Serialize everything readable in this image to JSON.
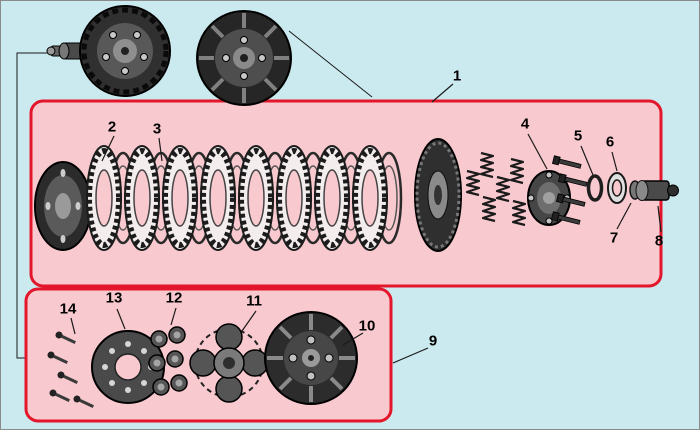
{
  "canvas": {
    "bg_color": "#cbeaef",
    "box_fill": "#f8c9ce",
    "box_stroke": "#e4162b",
    "line_color": "#1a1a1a"
  },
  "callouts": {
    "n1": "1",
    "n2": "2",
    "n3": "3",
    "n4": "4",
    "n5": "5",
    "n6": "6",
    "n7": "7",
    "n8": "8",
    "n9": "9",
    "n10": "10",
    "n11": "11",
    "n12": "12",
    "n13": "13",
    "n14": "14"
  },
  "parts": {
    "n1": "clutch-plate-assembly-group",
    "n2": "friction-disc",
    "n3": "steel-plate",
    "n4": "spring-retainer-and-bolts",
    "n5": "washer",
    "n6": "bearing",
    "n7": "spacer",
    "n8": "release-rod-end",
    "n9": "clutch-basket-group",
    "n10": "clutch-basket",
    "n11": "inner-hub-spider",
    "n12": "rollers",
    "n13": "retainer-plate",
    "n14": "screws"
  }
}
